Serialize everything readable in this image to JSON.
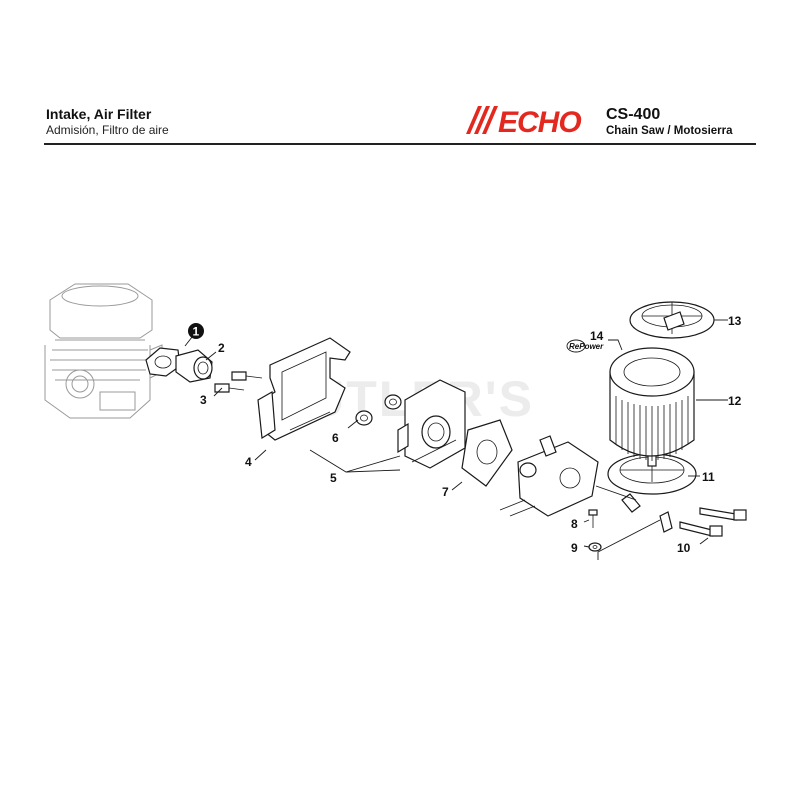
{
  "header": {
    "title": "Intake, Air Filter",
    "subtitle": "Admisión, Filtro de aire",
    "brand": "ECHO",
    "model": "CS-400",
    "product": "Chain Saw / Motosierra"
  },
  "watermark": "CUTLER'S",
  "repower_badge": "RePower",
  "callouts": {
    "c1": "1",
    "c2": "2",
    "c3": "3",
    "c4": "4",
    "c5": "5",
    "c6": "6",
    "c7": "7",
    "c8": "8",
    "c9": "9",
    "c10": "10",
    "c11": "11",
    "c12": "12",
    "c13": "13",
    "c14": "14"
  },
  "colors": {
    "brand_red": "#e3291f",
    "line": "#1a1a1a",
    "ghost": "#9a9a9a"
  }
}
